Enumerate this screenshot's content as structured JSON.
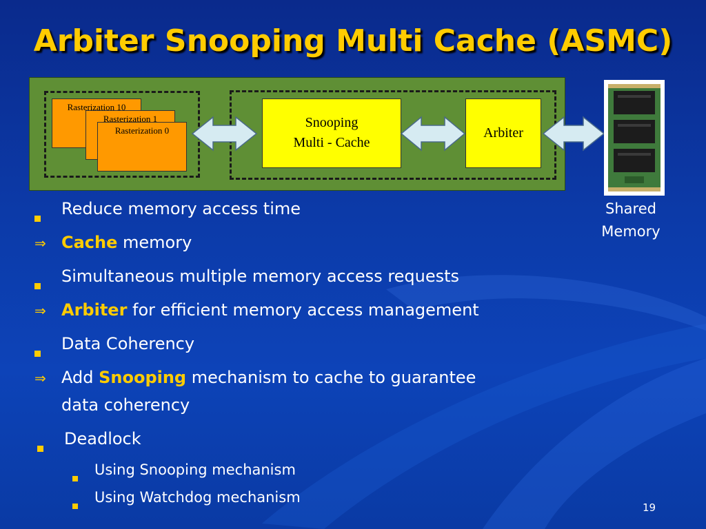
{
  "slide": {
    "title": "Arbiter Snooping Multi Cache (ASMC)",
    "page_number": "19",
    "colors": {
      "background": "#0c3aa8",
      "accent_yellow": "#ffcc00",
      "panel_green": "#5f8f35",
      "raster_orange": "#ff9900",
      "box_yellow": "#ffff00",
      "arrow_fill": "#d6ebf2"
    }
  },
  "diagram": {
    "raster_boxes": [
      "Rasterization 10",
      "Rasterization 1",
      "Rasterization 0"
    ],
    "snoop_line1": "Snooping",
    "snoop_line2": "Multi - Cache",
    "arbiter": "Arbiter",
    "memory_line1": "Shared",
    "memory_line2": "Memory",
    "icons": [
      "double-arrow-icon",
      "memory-module-icon"
    ]
  },
  "bullets": {
    "b1": "Reduce memory access time",
    "b2_hl": "Cache",
    "b2_rest": " memory",
    "b3": "Simultaneous multiple memory access requests",
    "b4_hl": "Arbiter",
    "b4_rest": " for efficient memory access management",
    "b5": "Data Coherency",
    "b6_pre": "Add ",
    "b6_hl": "Snooping",
    "b6_rest": " mechanism to cache to guarantee",
    "b6_line2": "data coherency",
    "b7": "Deadlock",
    "sub1": "Using Snooping mechanism",
    "sub2": "Using Watchdog mechanism"
  }
}
